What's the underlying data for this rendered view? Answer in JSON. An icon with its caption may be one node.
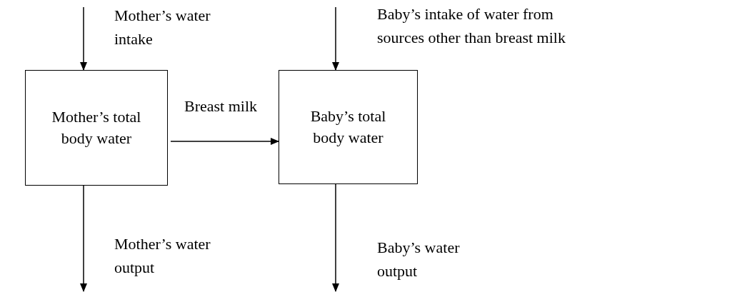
{
  "diagram": {
    "nodes": [
      {
        "text": [
          "Mother’s total body water"
        ]
      },
      {
        "text": [
          "Baby’s total body water"
        ]
      }
    ],
    "edges": [
      {
        "from": null,
        "to": 0,
        "arrow": "to",
        "label": "Mother’s water intake"
      },
      {
        "from": 0,
        "to": 1,
        "arrow": "to",
        "label": "Breast milk"
      },
      {
        "from": null,
        "to": 1,
        "arrow": "to",
        "label": "Baby’s intake of water from sources other than breast milk"
      },
      {
        "from": 0,
        "to": null,
        "arrow": "to",
        "label": "Mother’s water output"
      },
      {
        "from": 1,
        "to": null,
        "arrow": "to",
        "label": "Baby’s water output"
      }
    ]
  }
}
